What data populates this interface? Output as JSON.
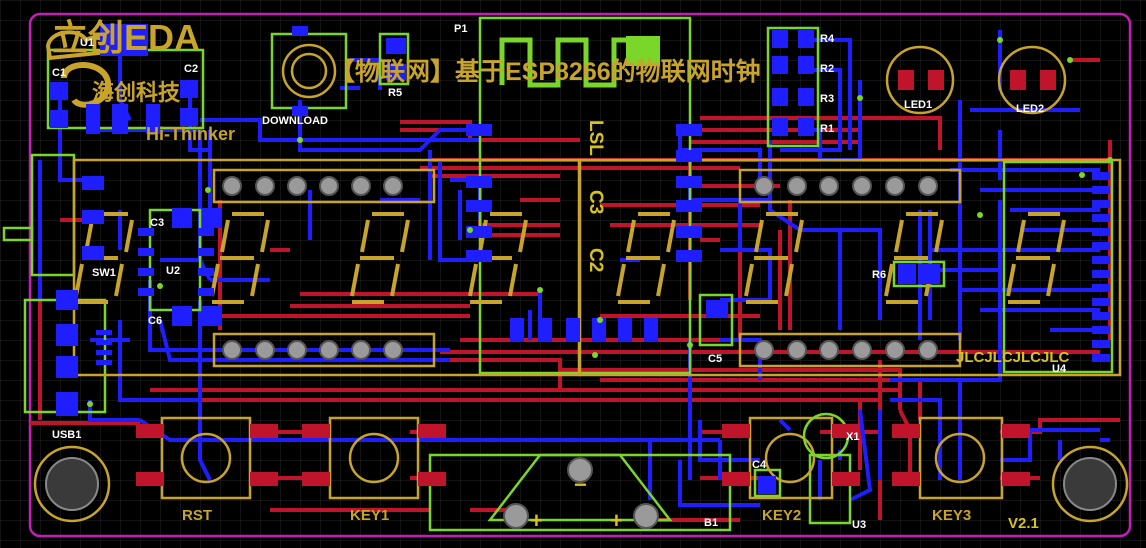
{
  "board": {
    "title_cn": "【物联网】基于ESP8266的物联网时钟",
    "logo_text": "立创EDA",
    "logo_sub": "海创科技",
    "logo_en": "Hi-Thinker",
    "version": "V2.1",
    "chip_marks": "JLCJLCJLCJLC",
    "vertical_marks": [
      "LSL",
      "C3",
      "C2"
    ]
  },
  "labels": {
    "u1": "U1",
    "c1": "C1",
    "c2": "C2",
    "c3": "C3",
    "c4": "C4",
    "c5": "C5",
    "c6": "C6",
    "p1": "P1",
    "r1": "R1",
    "r2": "R2",
    "r3": "R3",
    "r4": "R4",
    "r5": "R5",
    "r6": "R6",
    "led1": "LED1",
    "led2": "LED2",
    "sw1": "SW1",
    "u2": "U2",
    "u3": "U3",
    "u4": "U4",
    "usb1": "USB1",
    "download": "DOWNLOAD",
    "rst": "RST",
    "key1": "KEY1",
    "key2": "KEY2",
    "key3": "KEY3",
    "b1": "B1",
    "x1": "X1",
    "plus1": "+",
    "plus2": "+",
    "minus": "−"
  },
  "colors": {
    "background": "#000000",
    "outline": "#c21fb4",
    "top_copper": "#c0142a",
    "bottom_copper": "#1e1eff",
    "silkscreen": "#c8a42a",
    "component_outline": "#7bd62a",
    "grid": "#2a2a2a"
  }
}
